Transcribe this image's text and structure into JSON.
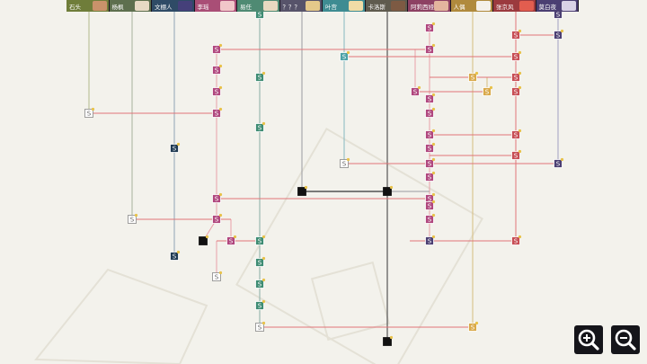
{
  "toolbar": {
    "characters": [
      {
        "name": "石头",
        "color": "#6f7d3a",
        "portrait_color": "#c9926a"
      },
      {
        "name": "杨枫",
        "color": "#5d6f4e",
        "portrait_color": "#e6d9c4"
      },
      {
        "name": "文棚人",
        "color": "#2f4b66",
        "portrait_color": "#45407a"
      },
      {
        "name": "李瑶",
        "color": "#a94e76",
        "portrait_color": "#f1c7c9"
      },
      {
        "name": "易任",
        "color": "#4f8a73",
        "portrait_color": "#e8d9c0"
      },
      {
        "name": "？？？",
        "color": "#57536a",
        "portrait_color": "#e5c88a"
      },
      {
        "name": "叶宫",
        "color": "#3e8c92",
        "portrait_color": "#f0dca6"
      },
      {
        "name": "卡洛斯",
        "color": "#5f5b4e",
        "portrait_color": "#7d5a43"
      },
      {
        "name": "阿莉西娅",
        "color": "#8d4163",
        "portrait_color": "#e3b59e"
      },
      {
        "name": "人偶",
        "color": "#b08a3d",
        "portrait_color": "#f4f0ea"
      },
      {
        "name": "张京风",
        "color": "#9b3a3e",
        "portrait_color": "#e25d4f"
      },
      {
        "name": "莫白夜",
        "color": "#4b3f72",
        "portrait_color": "#d9d2e6"
      }
    ]
  },
  "flowchart": {
    "node_label": "S"
  },
  "zoom": {
    "zoom_in": "zoom-in",
    "zoom_out": "zoom-out"
  }
}
